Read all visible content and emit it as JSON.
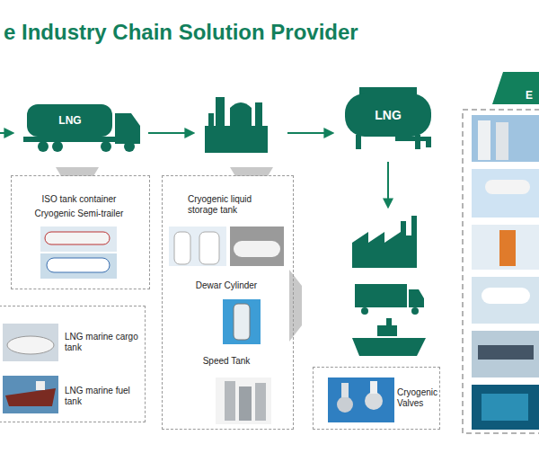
{
  "diagram": {
    "title": "e Industry Chain Solution Provider",
    "nodes": [
      {
        "text": [
          "ISO tank container",
          "Cryogenic Semi-trailer"
        ]
      },
      {
        "text": [
          "Cryogenic liquid storage tank",
          "Dewar Cylinder",
          "Speed Tank"
        ]
      },
      {
        "text": [
          "LNG marine cargo tank",
          "LNG marine fuel tank"
        ]
      },
      {
        "text": [
          "Cryogenic Valves"
        ]
      }
    ],
    "labels": [
      "LNG",
      "LNG",
      "E"
    ]
  }
}
